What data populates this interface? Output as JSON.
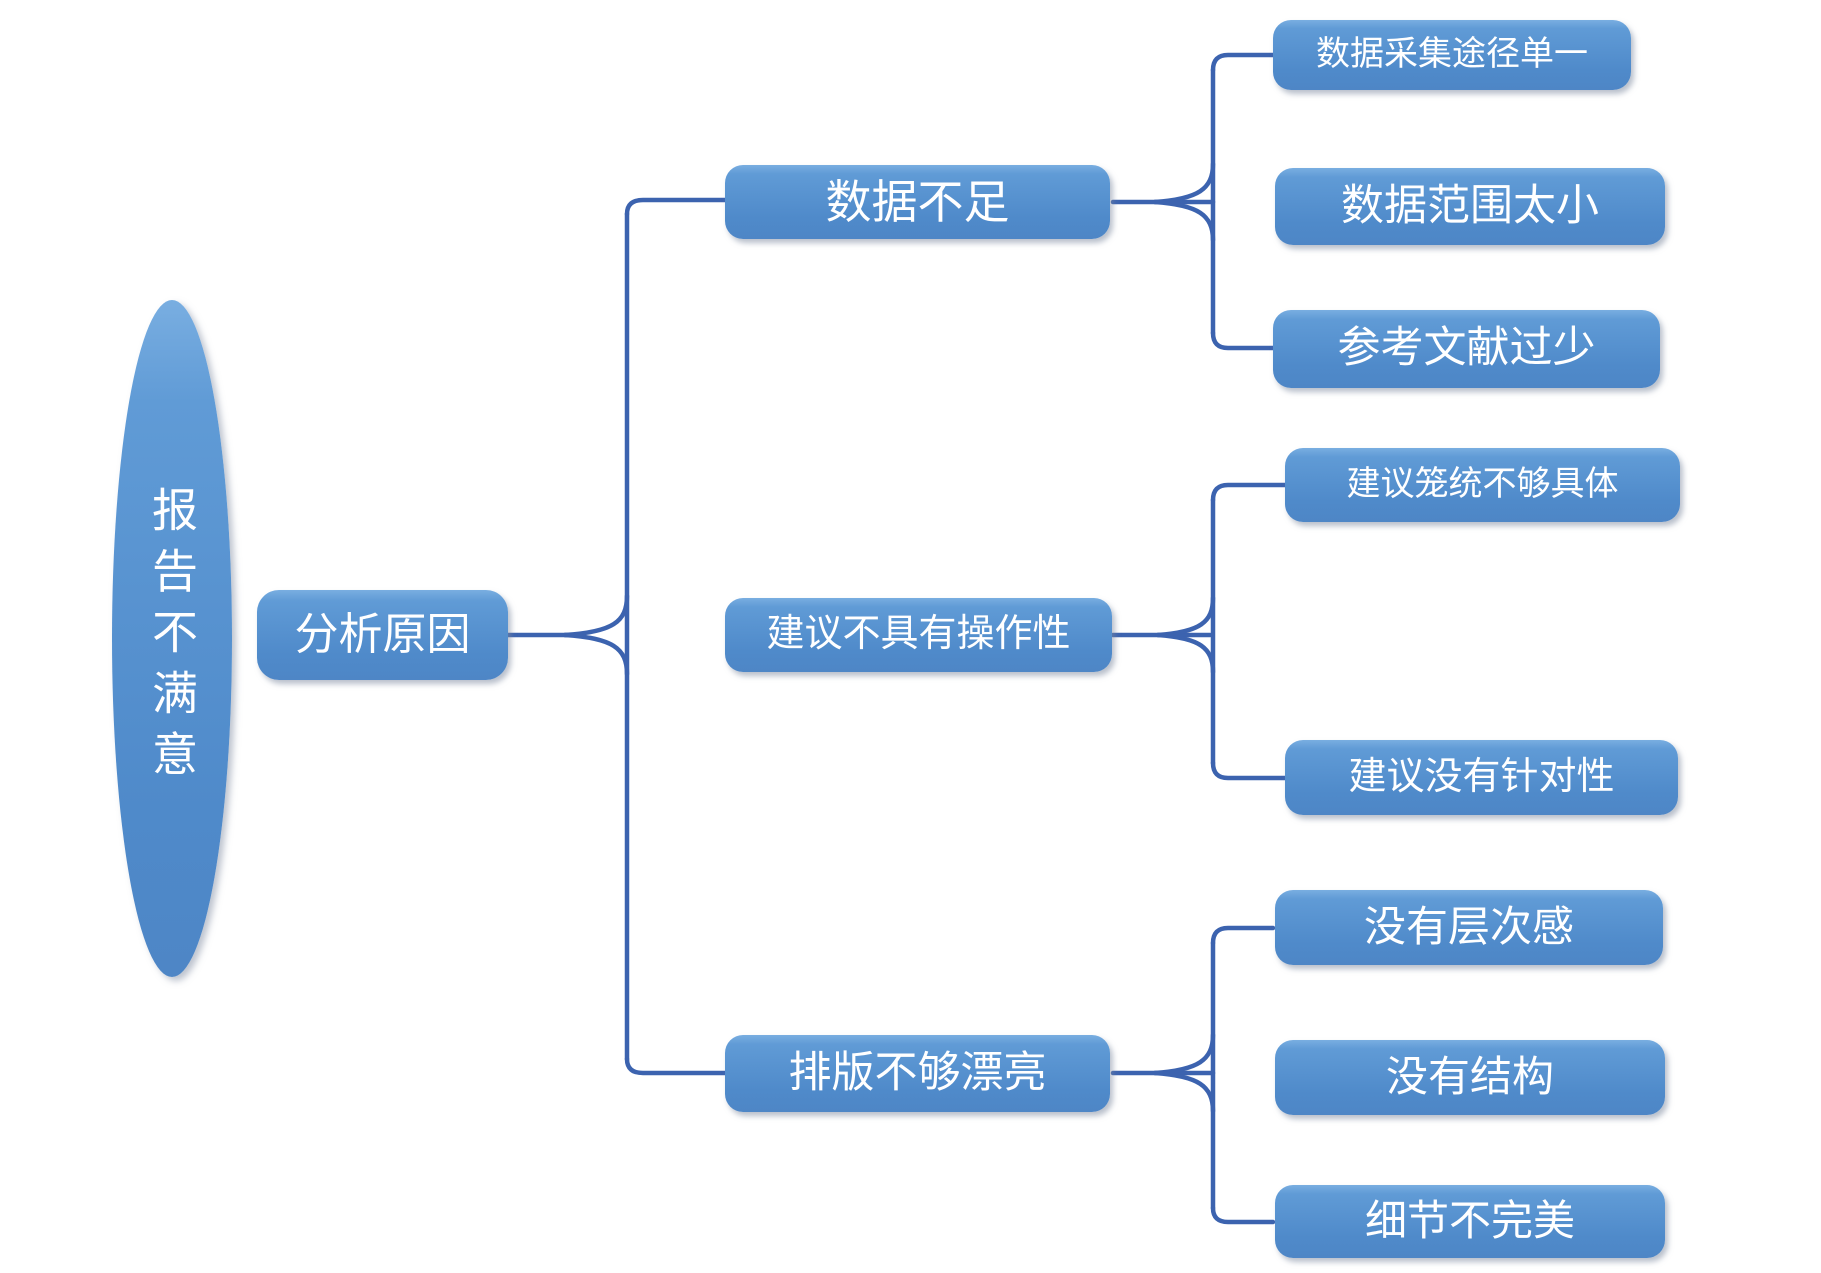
{
  "diagram": {
    "type": "mindmap-hierarchy",
    "root": {
      "label": "报告不满意"
    },
    "parent": {
      "label": "分析原因"
    },
    "branches": [
      {
        "label": "数据不足",
        "children": [
          "数据采集途径单一",
          "数据范围太小",
          "参考文献过少"
        ]
      },
      {
        "label": "建议不具有操作性",
        "children": [
          "建议笼统不够具体",
          "建议没有针对性"
        ]
      },
      {
        "label": "排版不够漂亮",
        "children": [
          "没有层次感",
          "没有结构",
          "细节不完美"
        ]
      }
    ]
  },
  "colors": {
    "node_top": "#79aee1",
    "node_bottom": "#4f8aca",
    "connector_color": "#3c63af",
    "text_color": "#ffffff",
    "background": "#ffffff"
  }
}
